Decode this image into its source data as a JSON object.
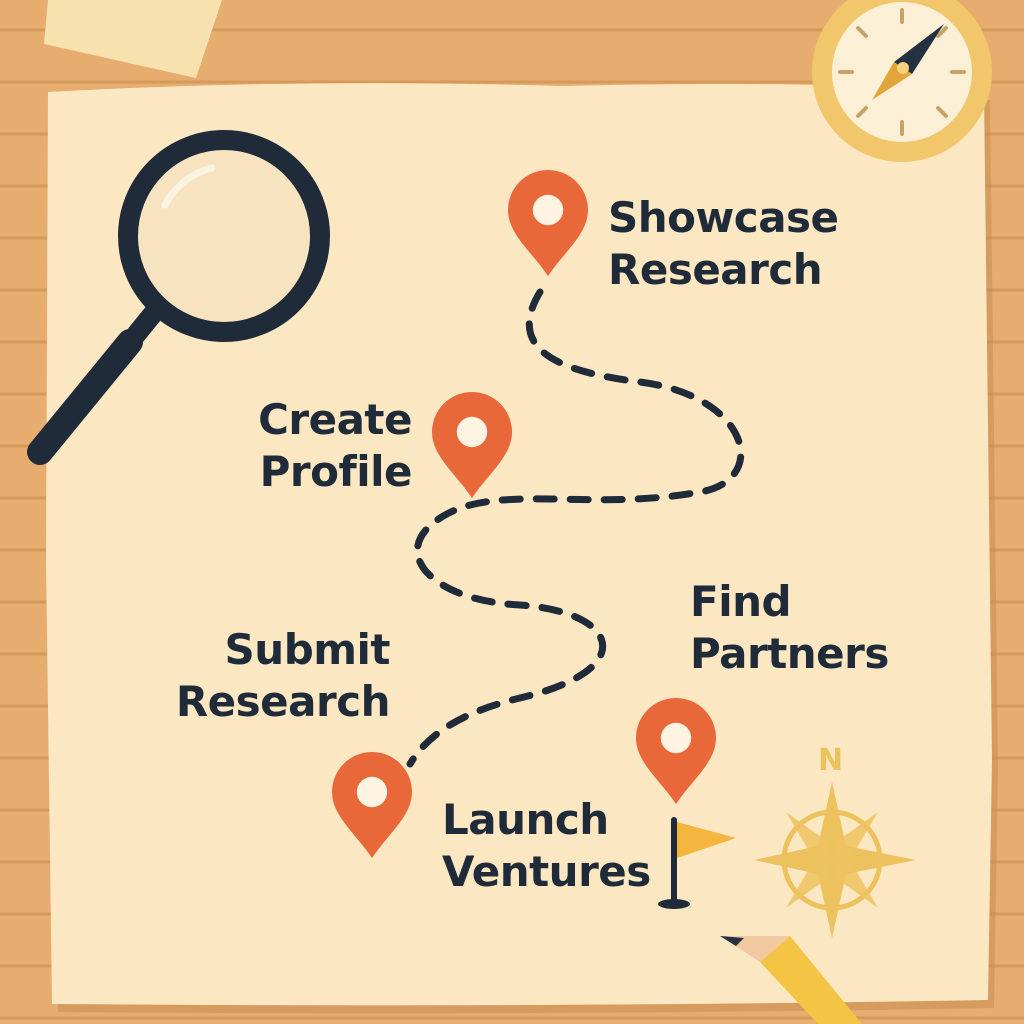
{
  "colors": {
    "desk": "#E7AD6F",
    "desk_line": "#D49A5C",
    "paper": "#FBE7C2",
    "paper_shadow": "#C98C52",
    "sticky": "#F7E1AE",
    "pin": "#E8683A",
    "pin_hole": "#FFF4E2",
    "path": "#1F2B38",
    "text": "#1F2B38",
    "magnifier": "#1F2B38",
    "lens": "#F7E3BF",
    "compass_rim": "#F2C66A",
    "compass_face": "#FBEFD6",
    "needle_dark": "#243140",
    "needle_gold": "#E2A53A",
    "star": "#EDC25E",
    "flag": "#F4B63F",
    "pencil_body": "#F4C445",
    "pencil_wood": "#F1C9A0"
  },
  "icons": [
    "magnifying-glass-icon",
    "compass-icon",
    "map-pin-icon",
    "flag-icon",
    "compass-rose-icon",
    "pencil-icon",
    "sticky-note-icon"
  ],
  "steps": {
    "showcase": {
      "line1": "Showcase",
      "line2": "Research"
    },
    "create": {
      "line1": "Create",
      "line2": "Profile"
    },
    "submit": {
      "line1": "Submit",
      "line2": "Research"
    },
    "find": {
      "line1": "Find",
      "line2": "Partners"
    },
    "launch": {
      "line1": "Launch",
      "line2": "Ventures"
    }
  },
  "compass_rose": {
    "north_label": "N"
  }
}
